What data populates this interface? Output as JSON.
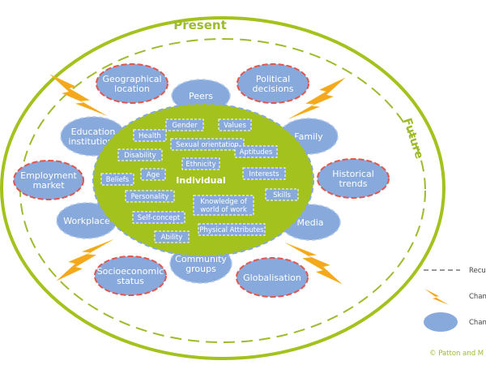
{
  "labels": {
    "present": "Present",
    "future": "Future",
    "individual": "Individual",
    "copyright": "© Patton and M"
  },
  "social_system": [
    {
      "id": "peers",
      "lines": [
        "Peers"
      ]
    },
    {
      "id": "family",
      "lines": [
        "Family"
      ]
    },
    {
      "id": "education",
      "lines": [
        "Education",
        "institutions"
      ]
    },
    {
      "id": "workplace",
      "lines": [
        "Workplace"
      ]
    },
    {
      "id": "media",
      "lines": [
        "Media"
      ]
    },
    {
      "id": "community",
      "lines": [
        "Community",
        "groups"
      ]
    }
  ],
  "environmental_societal": [
    {
      "id": "geographical",
      "lines": [
        "Geographical",
        "location"
      ]
    },
    {
      "id": "political",
      "lines": [
        "Political",
        "decisions"
      ]
    },
    {
      "id": "employment",
      "lines": [
        "Employment",
        "market"
      ]
    },
    {
      "id": "historical",
      "lines": [
        "Historical",
        "trends"
      ]
    },
    {
      "id": "socioeconomic",
      "lines": [
        "Socioeconomic",
        "status"
      ]
    },
    {
      "id": "globalisation",
      "lines": [
        "Globalisation"
      ]
    }
  ],
  "individual_influences": [
    {
      "id": "gender",
      "lines": [
        "Gender"
      ]
    },
    {
      "id": "values",
      "lines": [
        "Values"
      ]
    },
    {
      "id": "health",
      "lines": [
        "Health"
      ]
    },
    {
      "id": "sexual-orientation",
      "lines": [
        "Sexual orientation"
      ]
    },
    {
      "id": "disability",
      "lines": [
        "Disability"
      ]
    },
    {
      "id": "aptitudes",
      "lines": [
        "Aptitudes"
      ]
    },
    {
      "id": "ethnicity",
      "lines": [
        "Ethnicity"
      ]
    },
    {
      "id": "beliefs",
      "lines": [
        "Beliefs"
      ]
    },
    {
      "id": "age",
      "lines": [
        "Age"
      ]
    },
    {
      "id": "interests",
      "lines": [
        "Interests"
      ]
    },
    {
      "id": "skills",
      "lines": [
        "Skills"
      ]
    },
    {
      "id": "personality",
      "lines": [
        "Personality"
      ]
    },
    {
      "id": "knowledge",
      "lines": [
        "Knowledge of",
        "world of work"
      ]
    },
    {
      "id": "self-concept",
      "lines": [
        "Self-concept"
      ]
    },
    {
      "id": "physical",
      "lines": [
        "Physical Attributes"
      ]
    },
    {
      "id": "ability",
      "lines": [
        "Ability"
      ]
    }
  ],
  "legend": [
    {
      "id": "recursiveness",
      "icon": "dashed-line",
      "text": "Recu"
    },
    {
      "id": "chance",
      "icon": "lightning-icon",
      "text": "Chan"
    },
    {
      "id": "change",
      "icon": "ellipse-icon",
      "text": "Chan"
    }
  ],
  "colors": {
    "outer_ring": "#9dbb2a",
    "individual_fill": "#a3c21e",
    "influence_fill": "#88a9dc",
    "influence_border": "#e0574e",
    "lightning": "#f5a81c",
    "dash": "#9dbb2a"
  }
}
